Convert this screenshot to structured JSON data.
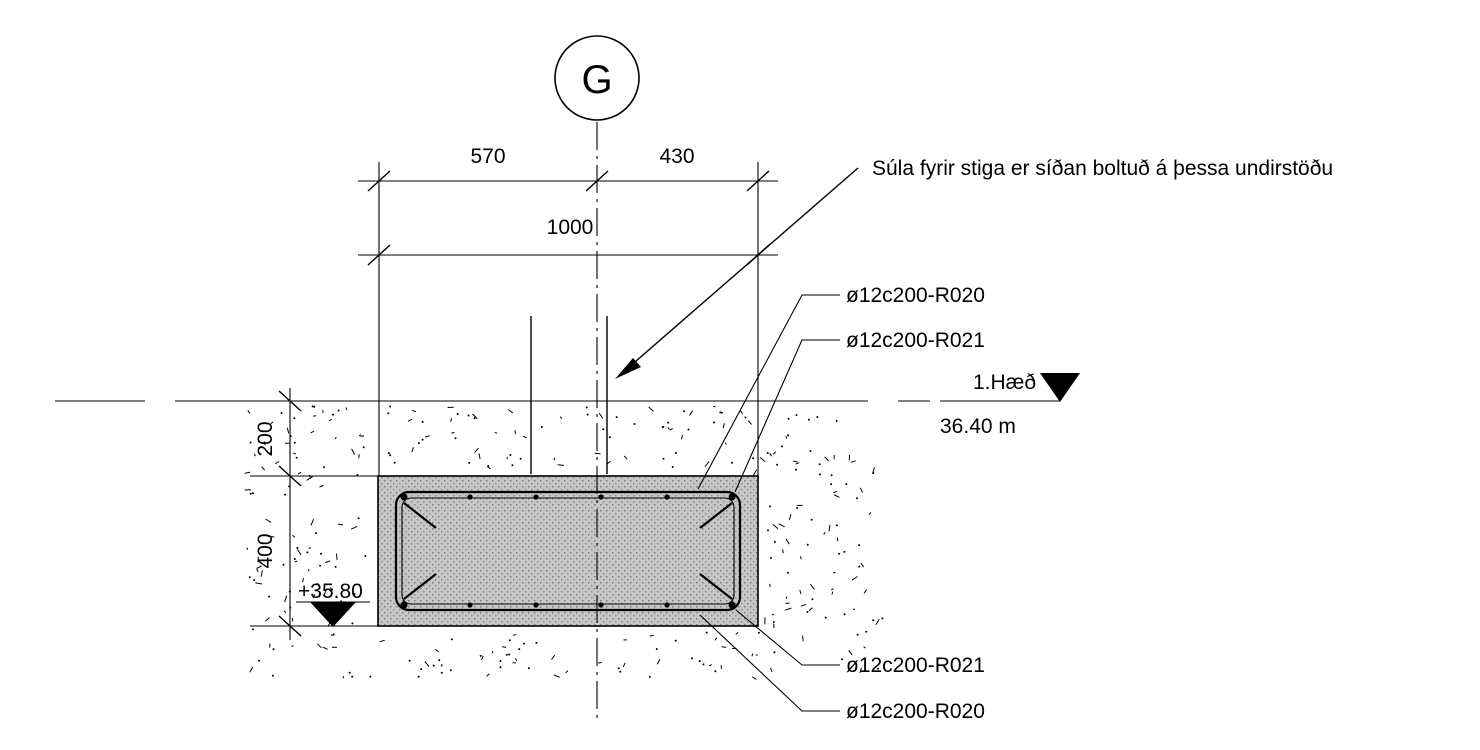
{
  "grid": {
    "label": "G"
  },
  "dimensions": {
    "left": "570",
    "right": "430",
    "total": "1000",
    "soil_cover": "200",
    "footing_height": "400"
  },
  "note": "Súla fyrir stiga er síðan boltuð á þessa undirstöðu",
  "level_floor": {
    "name": "1.Hæð",
    "elevation": "36.40 m"
  },
  "level_footing": {
    "elevation": "+35.80"
  },
  "rebar_labels": [
    "ø12c200-R020",
    "ø12c200-R021",
    "ø12c200-R021",
    "ø12c200-R020"
  ]
}
